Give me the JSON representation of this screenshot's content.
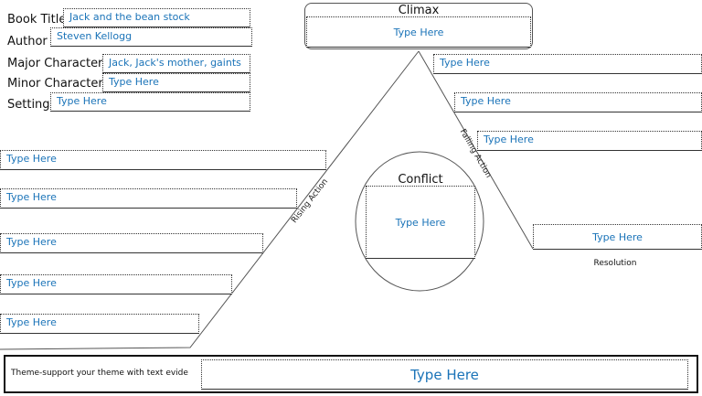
{
  "header": {
    "book_title_label": "Book Title",
    "book_title_value": "Jack and the bean stock",
    "author_label": "Author",
    "author_value": "Steven Kellogg",
    "major_label": "Major Character",
    "major_value": "Jack, Jack's mother, gaints",
    "minor_label": "Minor Character",
    "minor_value": "Type Here",
    "setting_label": "Setting",
    "setting_value": "Type Here"
  },
  "climax": {
    "label": "Climax",
    "value": "Type Here"
  },
  "rising_action": {
    "label": "Rising Action",
    "events": [
      "Type Here",
      "Type Here",
      "Type Here",
      "Type Here",
      "Type Here"
    ]
  },
  "falling_action": {
    "label": "Falling Action",
    "events": [
      "Type Here",
      "Type Here",
      "Type Here"
    ]
  },
  "conflict": {
    "label": "Conflict",
    "value": "Type Here"
  },
  "resolution": {
    "label": "Resolution",
    "value": "Type Here"
  },
  "theme": {
    "label": "Theme-support your theme with text evide",
    "value": "Type Here"
  }
}
